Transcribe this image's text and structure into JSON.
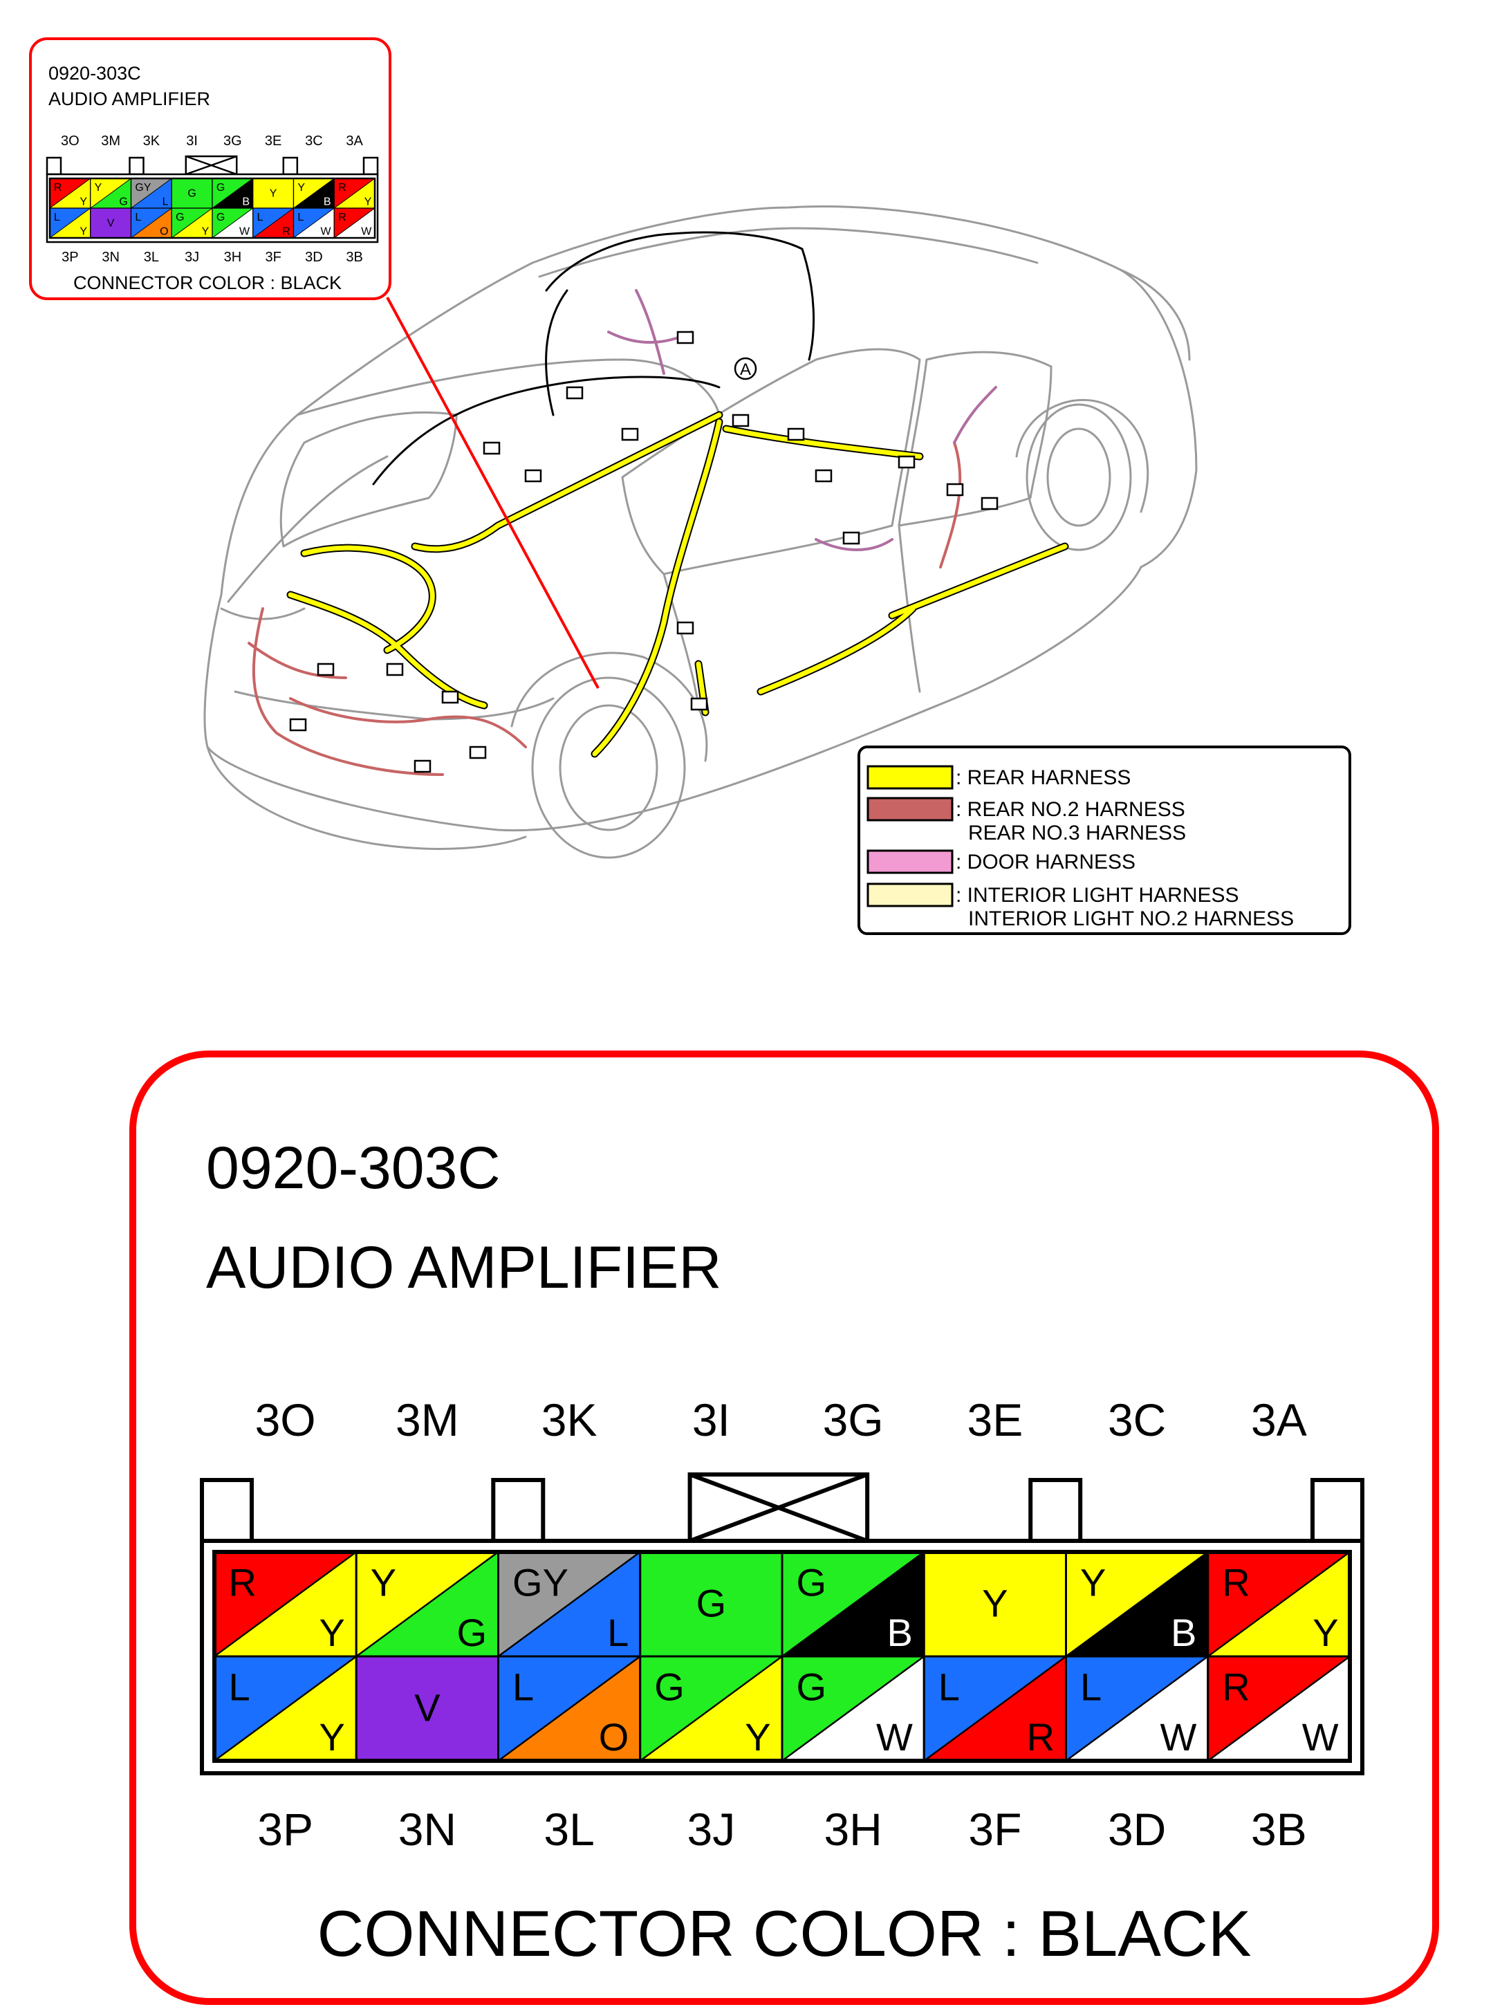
{
  "connector": {
    "code": "0920-303C",
    "name": "AUDIO AMPLIFIER",
    "color_note": "CONNECTOR COLOR : BLACK",
    "top_labels": [
      "3O",
      "3M",
      "3K",
      "3I",
      "3G",
      "3E",
      "3C",
      "3A"
    ],
    "bottom_labels": [
      "3P",
      "3N",
      "3L",
      "3J",
      "3H",
      "3F",
      "3D",
      "3B"
    ],
    "top_row": [
      {
        "a": "R",
        "b": "Y"
      },
      {
        "a": "Y",
        "b": "G"
      },
      {
        "a": "GY",
        "b": "L"
      },
      {
        "a": "G",
        "b": ""
      },
      {
        "a": "G",
        "b": "B"
      },
      {
        "a": "Y",
        "b": ""
      },
      {
        "a": "Y",
        "b": "B"
      },
      {
        "a": "R",
        "b": "Y"
      }
    ],
    "bottom_row": [
      {
        "a": "L",
        "b": "Y"
      },
      {
        "a": "V",
        "b": ""
      },
      {
        "a": "L",
        "b": "O"
      },
      {
        "a": "G",
        "b": "Y"
      },
      {
        "a": "G",
        "b": "W"
      },
      {
        "a": "L",
        "b": "R"
      },
      {
        "a": "L",
        "b": "W"
      },
      {
        "a": "R",
        "b": "W"
      }
    ]
  },
  "wire_colors": {
    "R": "#ff0000",
    "Y": "#ffff00",
    "G": "#22ee22",
    "GY": "#9a9a9a",
    "L": "#1a6fff",
    "B": "#000000",
    "V": "#8a2be2",
    "O": "#ff8000",
    "W": "#ffffff"
  },
  "legend": {
    "items": [
      {
        "swatch": "#ffff00",
        "lines": [
          ": REAR HARNESS"
        ]
      },
      {
        "swatch": "#c86464",
        "lines": [
          ": REAR NO.2 HARNESS",
          "REAR NO.3 HARNESS"
        ]
      },
      {
        "swatch": "#f29ad2",
        "lines": [
          ": DOOR HARNESS"
        ]
      },
      {
        "swatch": "#fff8c0",
        "lines": [
          ": INTERIOR LIGHT HARNESS",
          "INTERIOR LIGHT NO.2 HARNESS"
        ]
      }
    ]
  },
  "callout": {
    "marker": "A"
  },
  "accent_color": "#ff0000"
}
